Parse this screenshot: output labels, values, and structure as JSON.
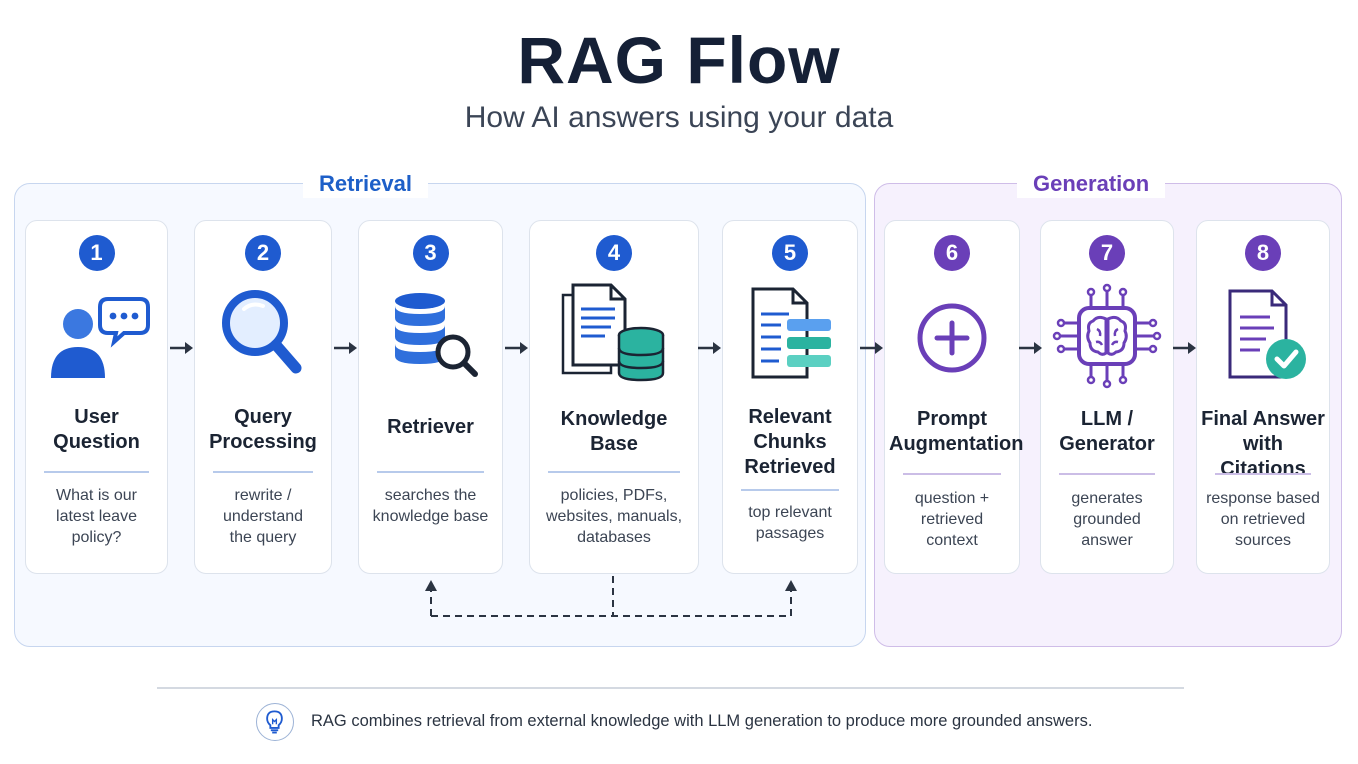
{
  "header": {
    "title": "RAG Flow",
    "subtitle": "How AI answers using your data"
  },
  "phases": {
    "retrieval": "Retrieval",
    "generation": "Generation"
  },
  "steps": [
    {
      "number": "1",
      "title_lines": [
        "User",
        "Question"
      ],
      "desc_lines": [
        "What is our",
        "latest leave",
        "policy?"
      ],
      "icon": "user-chat-icon"
    },
    {
      "number": "2",
      "title_lines": [
        "Query",
        "Processing"
      ],
      "desc_lines": [
        "rewrite /",
        "understand",
        "the query"
      ],
      "icon": "magnifier-icon"
    },
    {
      "number": "3",
      "title_lines": [
        "Retriever"
      ],
      "desc_lines": [
        "searches the",
        "knowledge base"
      ],
      "icon": "database-search-icon"
    },
    {
      "number": "4",
      "title_lines": [
        "Knowledge",
        "Base"
      ],
      "desc_lines": [
        "policies, PDFs,",
        "websites, manuals,",
        "databases"
      ],
      "icon": "documents-database-icon"
    },
    {
      "number": "5",
      "title_lines": [
        "Relevant",
        "Chunks",
        "Retrieved"
      ],
      "desc_lines": [
        "top relevant",
        "passages"
      ],
      "icon": "document-chunks-icon"
    },
    {
      "number": "6",
      "title_lines": [
        "Prompt",
        "Augmentation"
      ],
      "desc_lines": [
        "question +",
        "retrieved",
        "context"
      ],
      "icon": "plus-circle-icon"
    },
    {
      "number": "7",
      "title_lines": [
        "LLM /",
        "Generator"
      ],
      "desc_lines": [
        "generates",
        "grounded",
        "answer"
      ],
      "icon": "brain-chip-icon"
    },
    {
      "number": "8",
      "title_lines": [
        "Final Answer",
        "with Citations"
      ],
      "desc_lines": [
        "response based",
        "on retrieved",
        "sources"
      ],
      "icon": "document-check-icon"
    }
  ],
  "footer": {
    "note": "RAG combines retrieval from external knowledge with LLM generation to produce more grounded answers.",
    "icon": "lightbulb-icon"
  },
  "colors": {
    "retrieval_accent": "#1f5bd0",
    "generation_accent": "#6a3fb8",
    "teal": "#2bb3a0"
  }
}
